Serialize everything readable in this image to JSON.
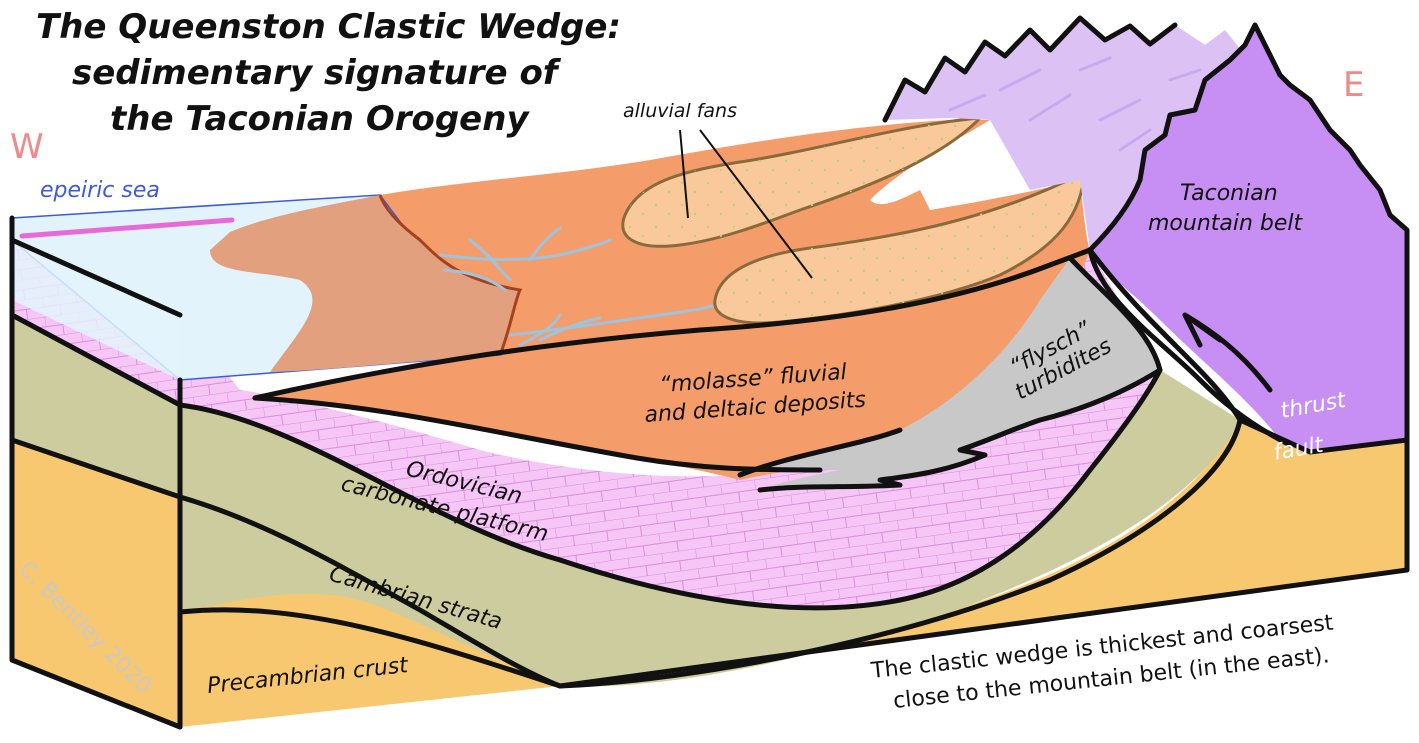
{
  "title": {
    "line1": "The Queenston Clastic Wedge:",
    "line2": "sedimentary signature of",
    "line3": "the Taconian Orogeny"
  },
  "compass": {
    "west": "W",
    "east": "E"
  },
  "labels": {
    "epeiric_sea": "epeiric sea",
    "alluvial_fans": "alluvial fans",
    "taconian_1": "Taconian",
    "taconian_2": "mountain belt",
    "flysch_1": "“flysch”",
    "flysch_2": "turbidites",
    "molasse_1": "“molasse” fluvial",
    "molasse_2": "and deltaic deposits",
    "thrust_1": "thrust",
    "thrust_2": "fault",
    "ordovician_1": "Ordovician",
    "ordovician_2": "carbonate platform",
    "cambrian": "Cambrian strata",
    "precambrian": "Precambrian crust"
  },
  "caption": {
    "line1": "The clastic wedge is thickest and coarsest",
    "line2": "close to the mountain belt (in the east)."
  },
  "credit": "C. Bentley 2020",
  "colors": {
    "sea": "#e3f3fb",
    "sea_outline": "#3b5bdb",
    "sea_shoreline": "#e66bd9",
    "carbonate": "#f6c6f6",
    "carbonate_lines": "#d98fd9",
    "cambrian": "#cccc9e",
    "precambrian": "#f8c870",
    "molasse": "#f59c6b",
    "delta": "#e2a07f",
    "fan": "#f9c89b",
    "flysch": "#c8c8c8",
    "mountain": "#c78ff3",
    "mountain_light": "#dcc1f5",
    "rivers": "#9fc3dc",
    "compass_text": "#f08a8a",
    "thrust_text": "#ffffff"
  }
}
